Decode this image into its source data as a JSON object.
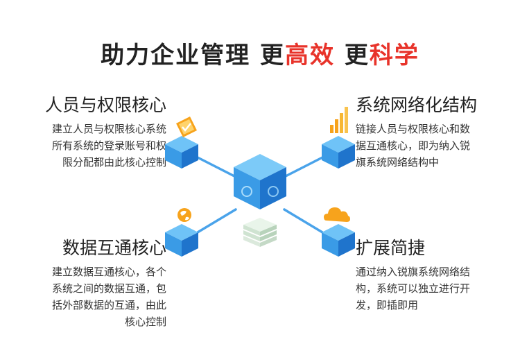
{
  "title": {
    "part1": "助力企业管理 更",
    "part2": "高效",
    "part3": " 更",
    "part4": "科学",
    "accent_color": "#e8332a"
  },
  "blocks": {
    "top_left": {
      "heading": "人员与权限核心",
      "lines": [
        "建立人员与权限核心系统",
        "所有系统的登录账号和权",
        "限分配都由此核心控制"
      ]
    },
    "top_right": {
      "heading": "系统网络化结构",
      "lines": [
        "链接人员与权限核心和数",
        "据互通核心，即为纳入锐",
        "旗系统网络结构中"
      ]
    },
    "bottom_left": {
      "heading": "数据互通核心",
      "lines": [
        "建立数据互通核心，各个",
        "系统之间的数据互通，包",
        "括外部数据的互通，由此",
        "核心控制"
      ]
    },
    "bottom_right": {
      "heading": "扩展简捷",
      "lines": [
        "通过纳入锐旗系统网络结",
        "构，系统可以独立进行开",
        "发，即插即用"
      ]
    }
  },
  "colors": {
    "cube_top": "#6fc3f7",
    "cube_side": "#2f8be0",
    "cube_dark": "#1d6fc6",
    "line": "#4aa3ea",
    "orange": "#f7a31c",
    "server": "#dfeee2"
  },
  "icons": [
    "checklist-icon",
    "bar-chart-icon",
    "globe-icon",
    "cloud-icon",
    "server-stack-icon"
  ]
}
